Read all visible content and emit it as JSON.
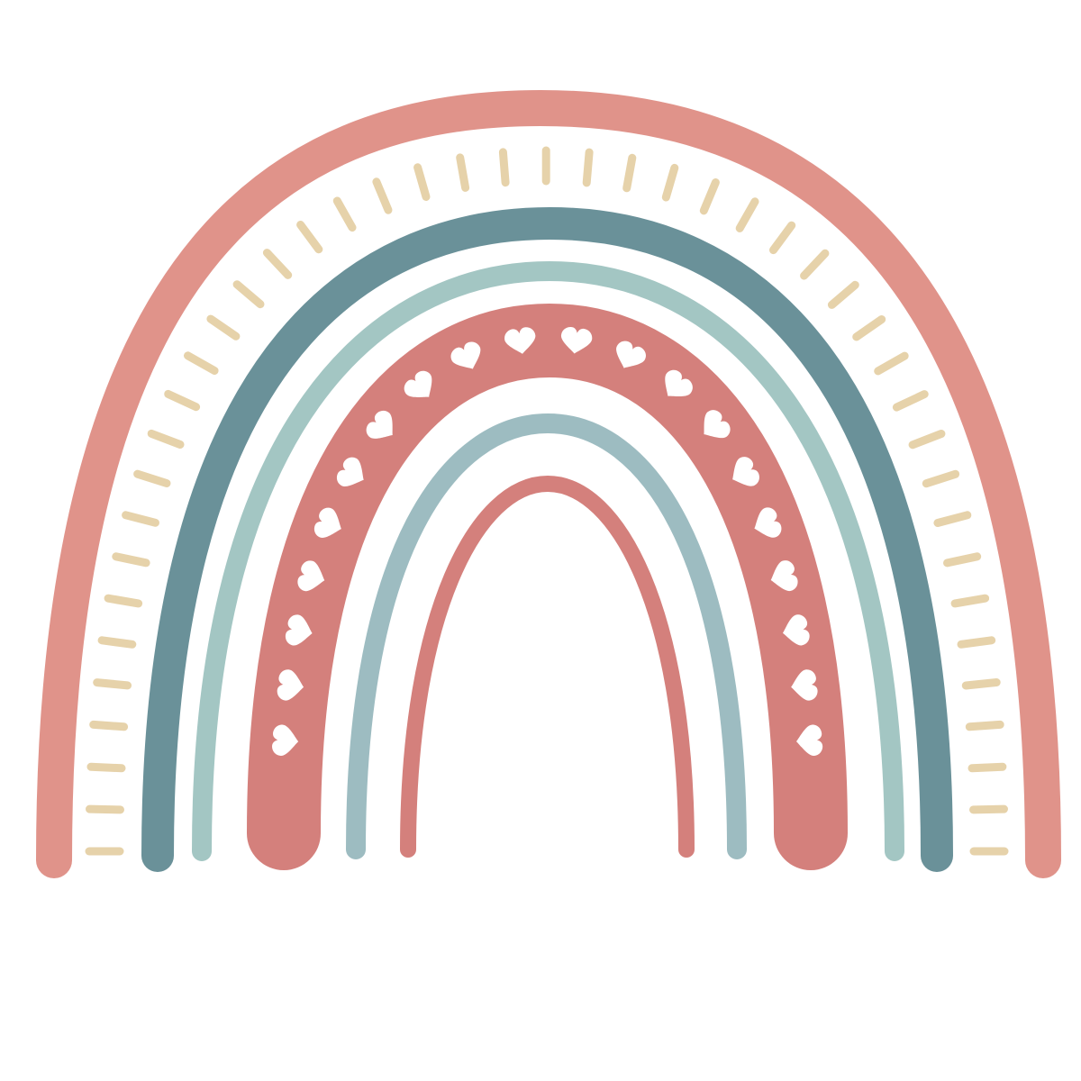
{
  "illustration": {
    "subject": "boho-rainbow",
    "palette": {
      "outer_pink": "#e0938a",
      "dash_tan": "#e6d2aa",
      "teal_dark": "#6a9199",
      "sage": "#a3c6c3",
      "heart_band": "#d4807c",
      "heart_fill": "#ffffff",
      "light_blue": "#9dbcc1",
      "inner_pink": "#d4807c",
      "background": "#ffffff"
    },
    "heart_count": 20,
    "dash_count": 45
  }
}
